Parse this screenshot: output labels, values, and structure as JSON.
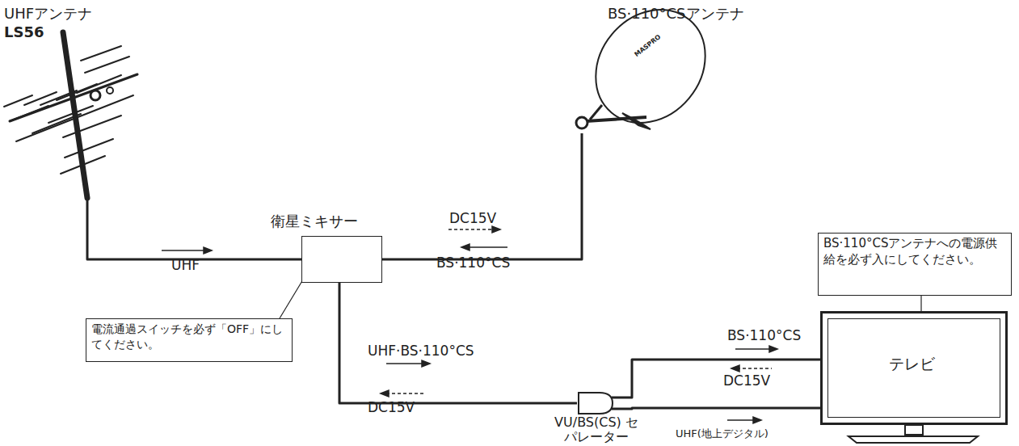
{
  "diagram": {
    "nodes": [
      {
        "text": [
          "UHFアンテナ",
          "LS56"
        ]
      },
      {
        "text": [
          "BS·110°CSアンテナ"
        ]
      },
      {
        "text": [
          "衛星ミキサー"
        ]
      },
      {
        "text": [
          "BS·110°CSアンテナへの電源供給を必ず入にしてください。"
        ]
      },
      {
        "text": [
          "電流通過スイッチを必ず「OFF」にしてください。"
        ]
      },
      {
        "text": [
          "VU/BS(CS) セパレーター"
        ]
      },
      {
        "text": [
          "テレビ"
        ]
      }
    ],
    "edges": [
      {
        "from": 0,
        "to": 2,
        "arrow": "none"
      },
      {
        "from": 2,
        "to": 1,
        "arrow": "none"
      },
      {
        "from": 2,
        "to": 5,
        "arrow": "none"
      },
      {
        "from": 5,
        "to": 6,
        "arrow": "none"
      },
      {
        "from": 5,
        "to": 6,
        "arrow": "none"
      },
      {
        "from": 4,
        "to": 2,
        "arrow": "none"
      },
      {
        "from": 3,
        "to": 6,
        "arrow": "none"
      }
    ],
    "labels": [
      "UHF",
      "DC15V",
      "BS·110°CS",
      "UHF·BS·110°CS",
      "DC15V",
      "BS·110°CS",
      "DC15V",
      "UHF(地上デジタル)",
      "MASPRO"
    ]
  }
}
